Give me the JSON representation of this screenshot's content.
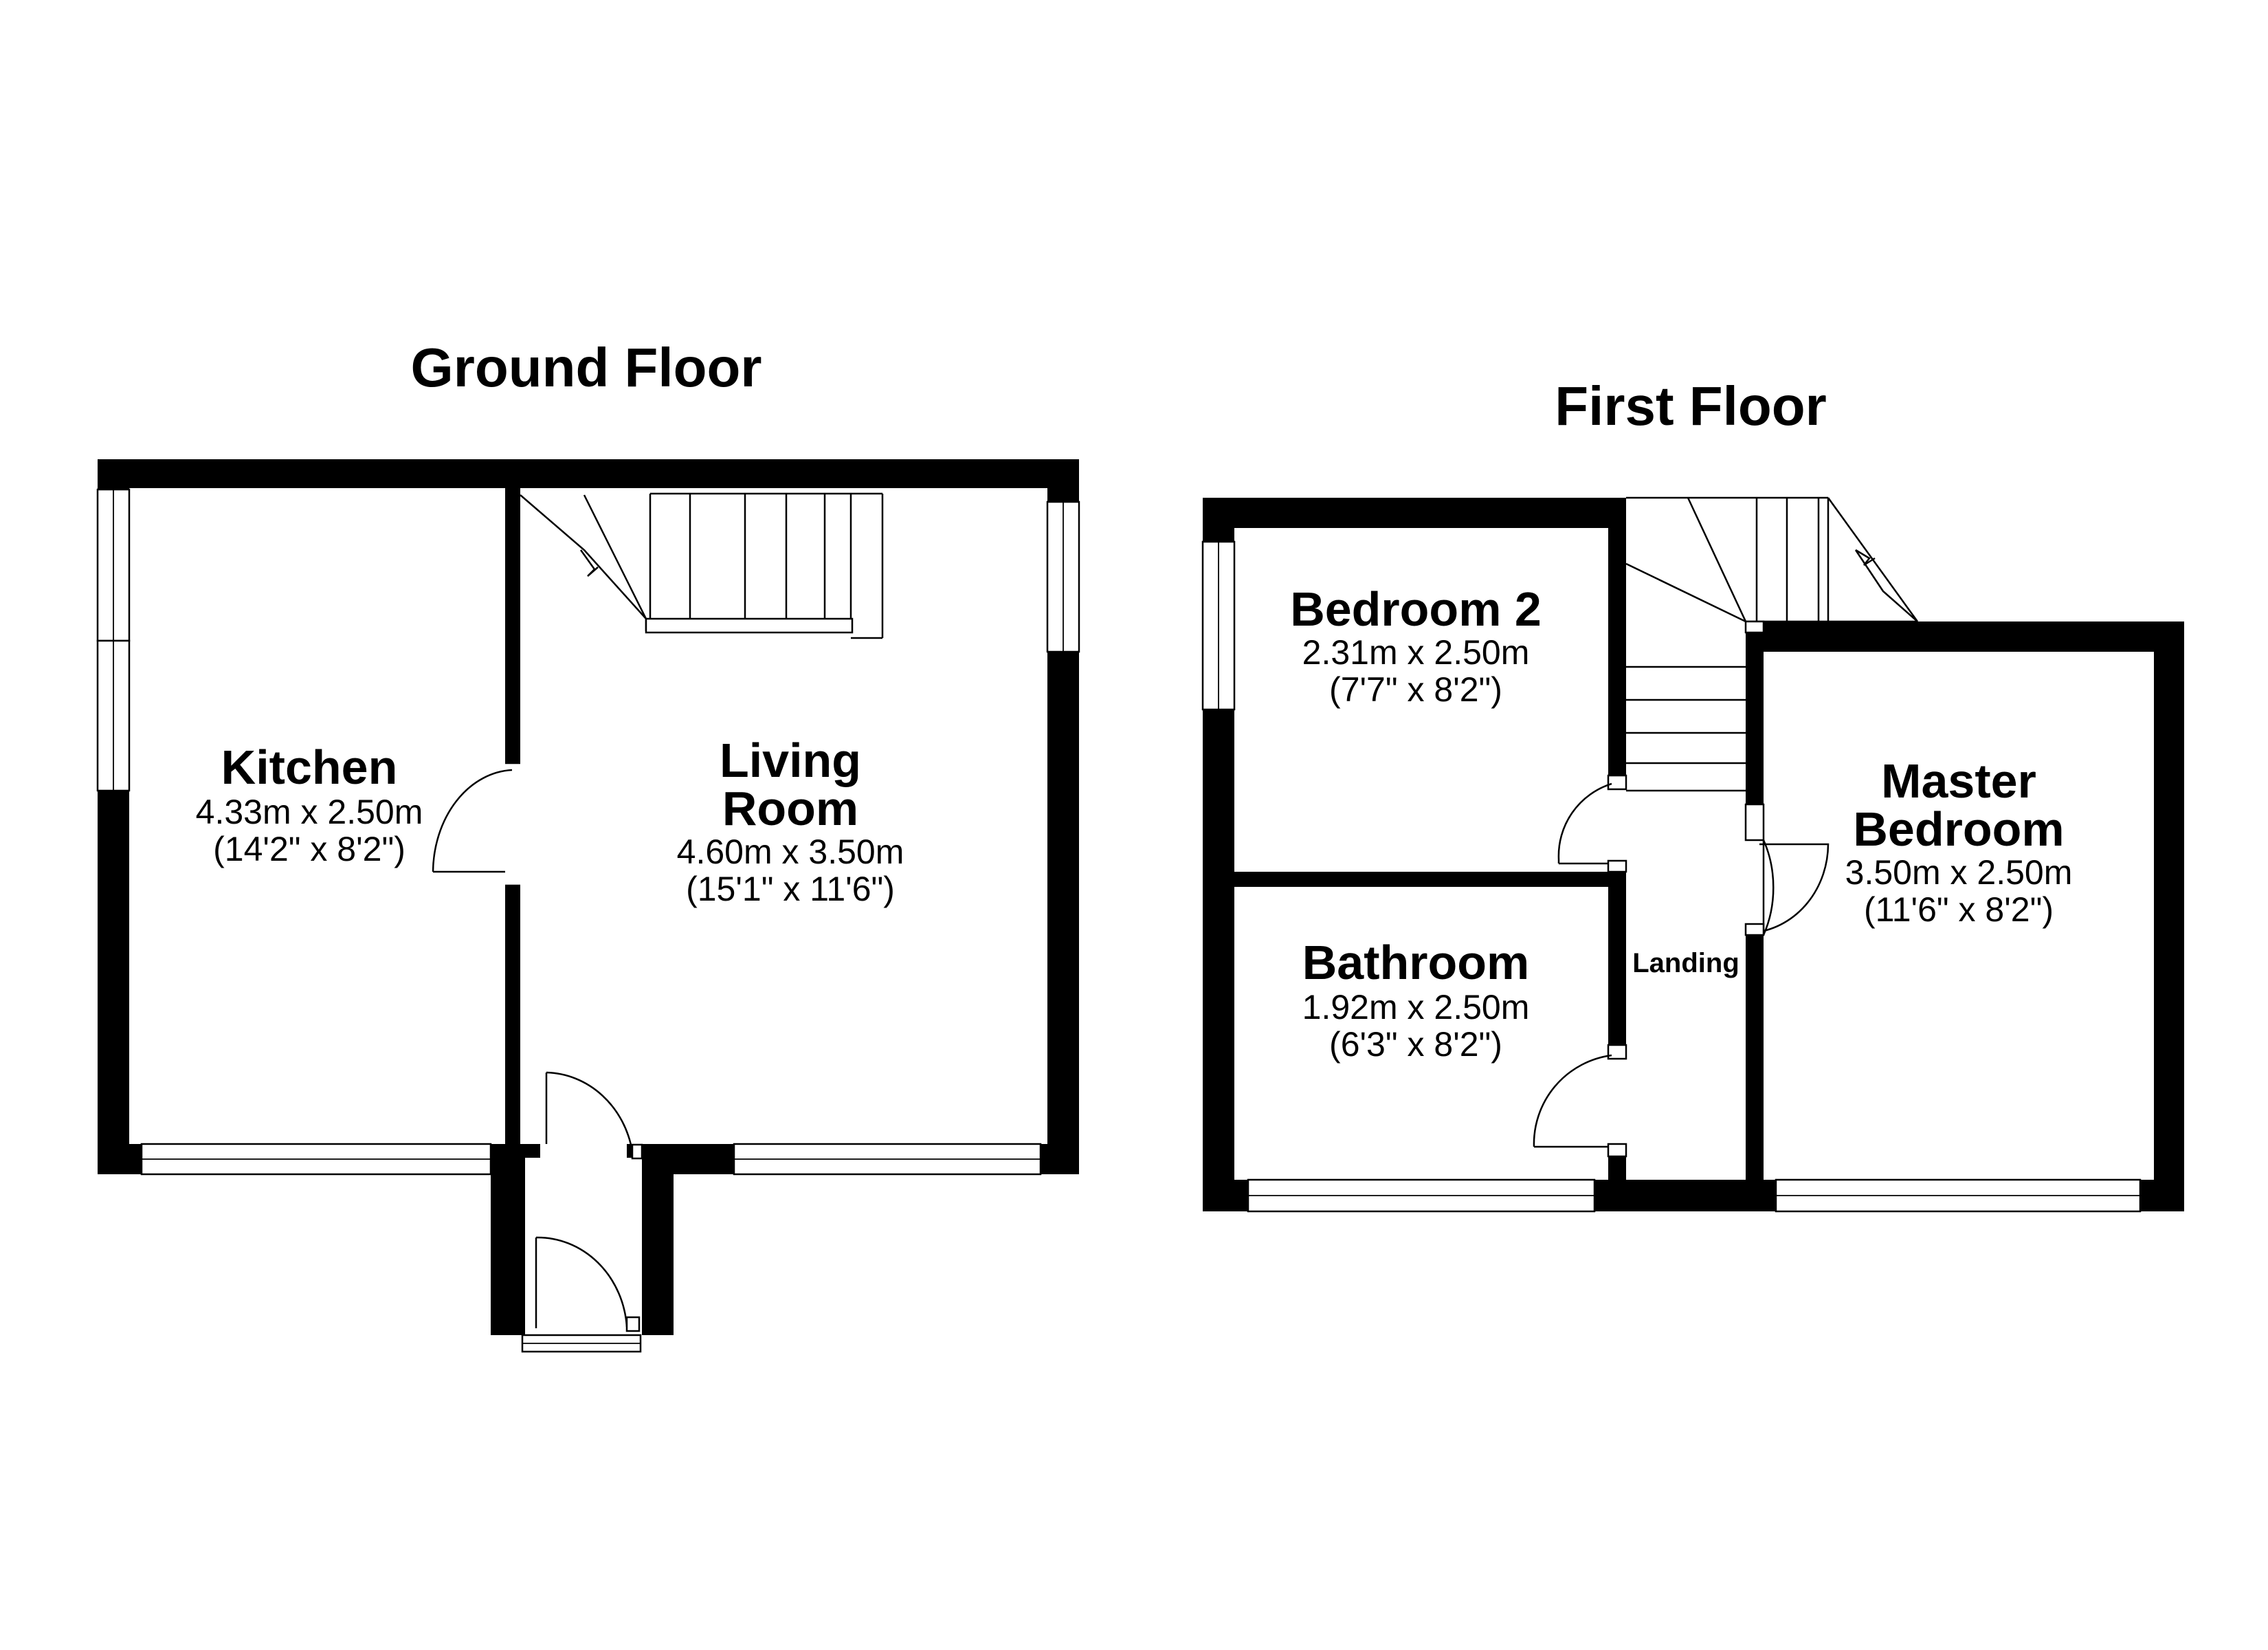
{
  "floors": [
    {
      "title": "Ground Floor",
      "rooms": [
        {
          "name_lines": [
            "Kitchen"
          ],
          "dims": [
            "4.33m x 2.50m",
            "(14'2\" x 8'2\")"
          ]
        },
        {
          "name_lines": [
            "Living",
            "Room"
          ],
          "dims": [
            "4.60m x 3.50m",
            "(15'1\" x 11'6\")"
          ]
        }
      ]
    },
    {
      "title": "First Floor",
      "rooms": [
        {
          "name_lines": [
            "Bedroom 2"
          ],
          "dims": [
            "2.31m x 2.50m",
            "(7'7\" x 8'2\")"
          ]
        },
        {
          "name_lines": [
            "Bathroom"
          ],
          "dims": [
            "1.92m x 2.50m",
            "(6'3\" x 8'2\")"
          ]
        },
        {
          "name_lines": [
            "Landing"
          ],
          "dims": []
        },
        {
          "name_lines": [
            "Master",
            "Bedroom"
          ],
          "dims": [
            "3.50m x 2.50m",
            "(11'6\" x 8'2\")"
          ]
        }
      ]
    }
  ]
}
